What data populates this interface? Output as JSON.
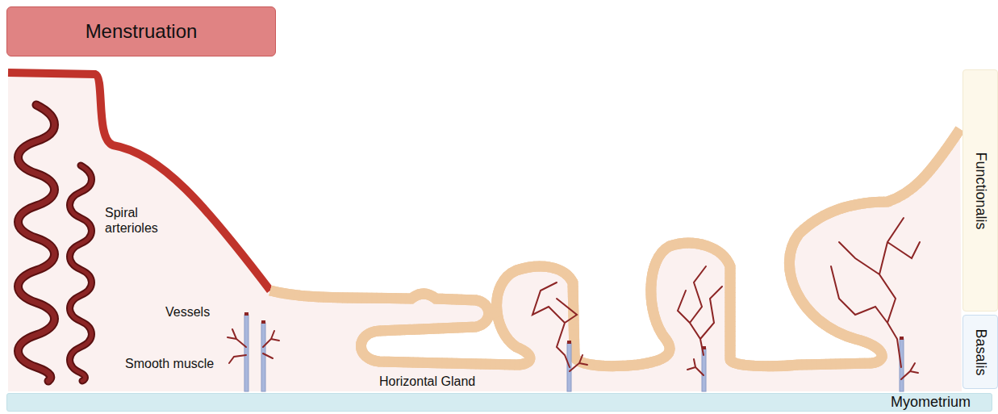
{
  "diagram": {
    "nodes": [
      {
        "text": [
          "Menstruation"
        ]
      },
      {
        "text": [
          "Functionalis"
        ]
      },
      {
        "text": [
          "Basalis"
        ]
      },
      {
        "text": [
          "Myometrium"
        ]
      }
    ],
    "labels": [
      "Spiral arterioles",
      "Vessels",
      "Smooth muscle",
      "Horizontal Gland"
    ]
  }
}
